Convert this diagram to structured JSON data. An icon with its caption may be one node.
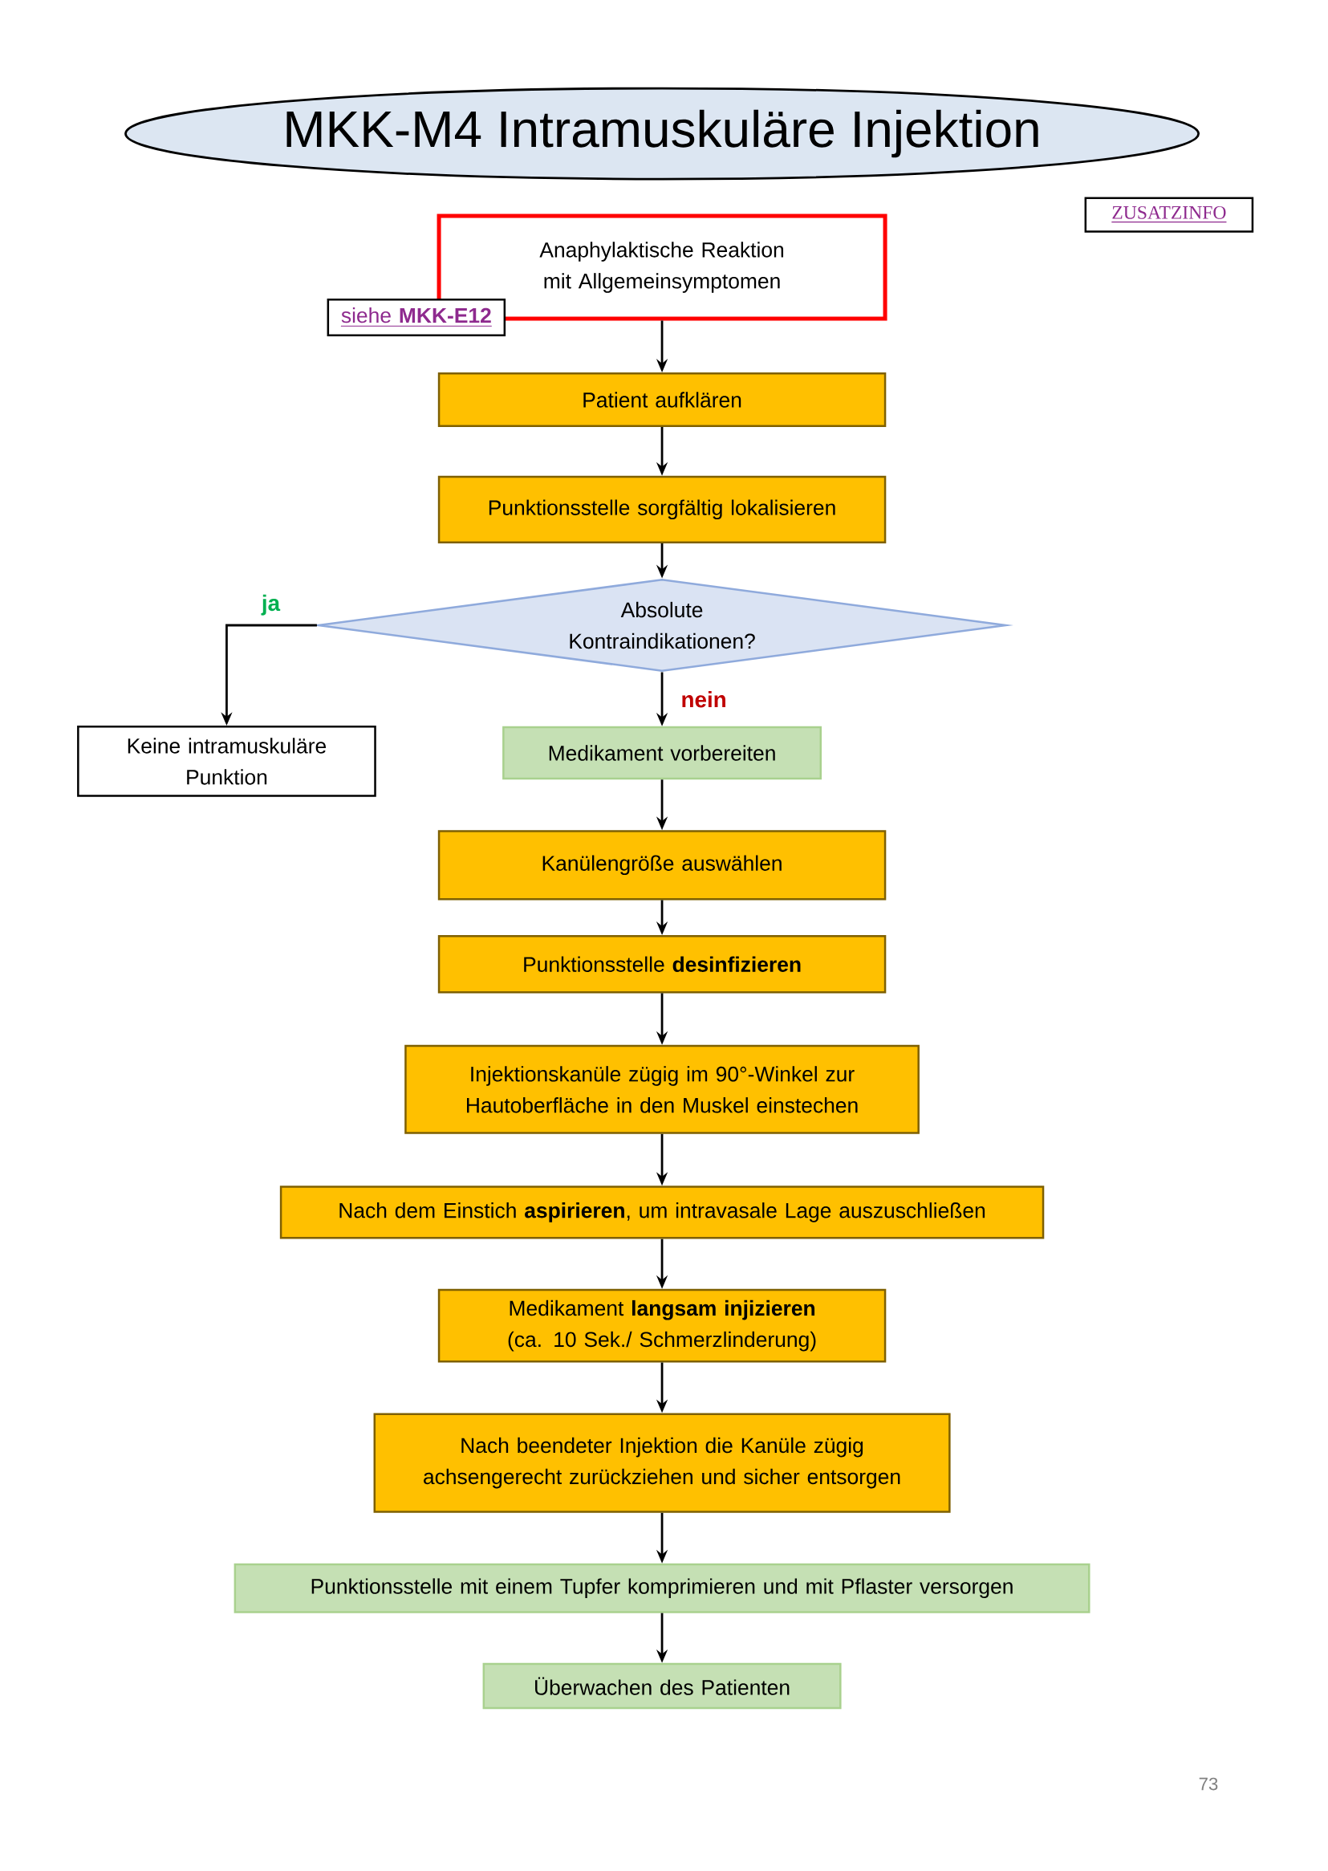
{
  "diagram": {
    "title": "MKK-M4 Intramuskuläre Injektion",
    "nodes": [
      {
        "text": [
          "Anaphylaktische Reaktion mit Allgemeinsymptomen"
        ]
      },
      {
        "text": [
          "siehe **MKK-E12**"
        ]
      },
      {
        "text": [
          "ZUSATZINFO"
        ]
      },
      {
        "text": [
          "Patient aufklären"
        ]
      },
      {
        "text": [
          "Punktionsstelle sorgfältig lokalisieren"
        ]
      },
      {
        "text": [
          "Absolute Kontraindikationen?"
        ]
      },
      {
        "text": [
          "Keine intramuskuläre Punktion"
        ]
      },
      {
        "text": [
          "Medikament vorbereiten"
        ]
      },
      {
        "text": [
          "Kanülengröße auswählen"
        ]
      },
      {
        "text": [
          "Punktionsstelle **desinfizieren**"
        ]
      },
      {
        "text": [
          "Injektionskanüle zügig im 90°-Winkel zur Hautoberfläche in den Muskel einstechen"
        ]
      },
      {
        "text": [
          "Nach dem Einstich **aspirieren**, um intravasale Lage auszuschließen"
        ]
      },
      {
        "text": [
          "Medikament **langsam injizieren** (ca. 10 Sek./ Schmerzlinderung)"
        ]
      },
      {
        "text": [
          "Nach beendeter Injektion die Kanüle zügig achsengerecht zurückziehen und sicher entsorgen"
        ]
      },
      {
        "text": [
          "Punktionsstelle mit einem Tupfer komprimieren und mit Pflaster versorgen"
        ]
      },
      {
        "text": [
          "Überwachen des Patienten"
        ]
      }
    ],
    "edges": [
      {
        "from": 0,
        "to": 3,
        "arrow": "to"
      },
      {
        "from": 3,
        "to": 4,
        "arrow": "to"
      },
      {
        "from": 4,
        "to": 5,
        "arrow": "to"
      },
      {
        "from": 5,
        "to": 6,
        "arrow": "to",
        "label": "ja"
      },
      {
        "from": 5,
        "to": 7,
        "arrow": "to",
        "label": "nein"
      },
      {
        "from": 7,
        "to": 8,
        "arrow": "to"
      },
      {
        "from": 8,
        "to": 9,
        "arrow": "to"
      },
      {
        "from": 9,
        "to": 10,
        "arrow": "to"
      },
      {
        "from": 10,
        "to": 11,
        "arrow": "to"
      },
      {
        "from": 11,
        "to": 12,
        "arrow": "to"
      },
      {
        "from": 12,
        "to": 13,
        "arrow": "to"
      },
      {
        "from": 13,
        "to": 14,
        "arrow": "to"
      },
      {
        "from": 14,
        "to": 15,
        "arrow": "to"
      }
    ],
    "labels": [
      "73"
    ]
  }
}
